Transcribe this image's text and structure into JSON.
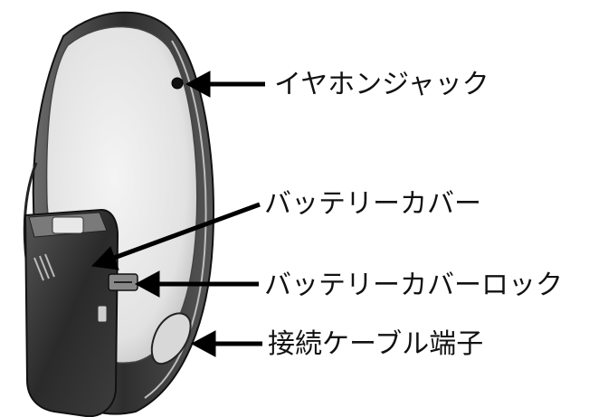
{
  "callouts": [
    {
      "id": "earphone-jack",
      "label": "イヤホンジャック"
    },
    {
      "id": "battery-cover",
      "label": "バッテリーカバー"
    },
    {
      "id": "battery-cover-lock",
      "label": "バッテリーカバーロック"
    },
    {
      "id": "cable-terminal",
      "label": "接続ケーブル端子"
    }
  ]
}
